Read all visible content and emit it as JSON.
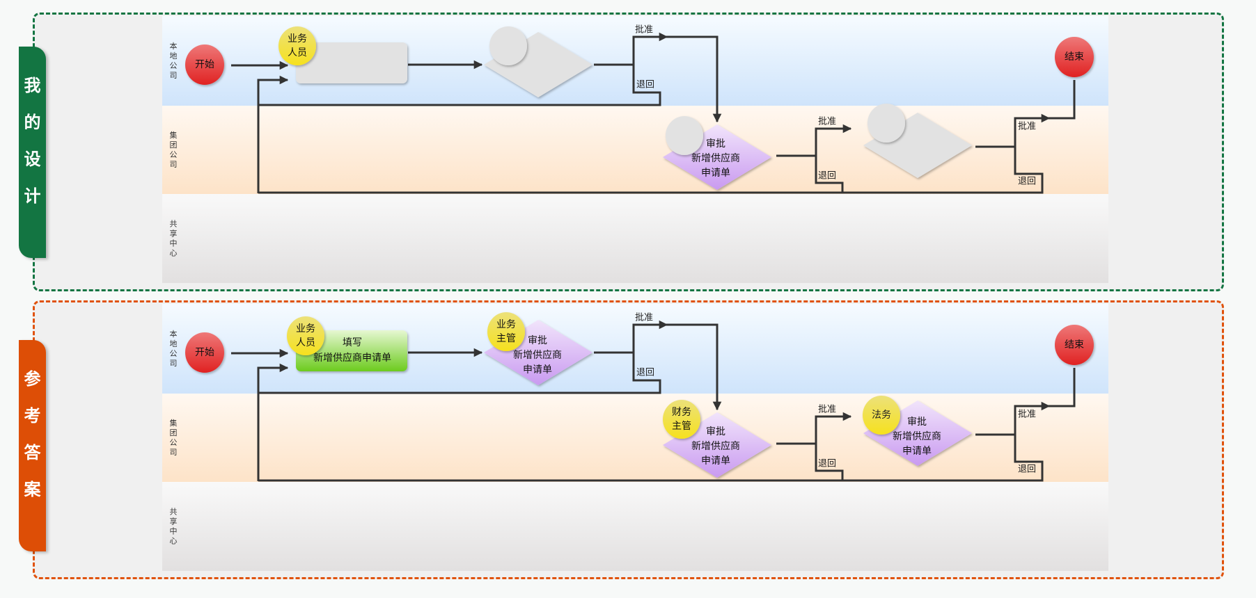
{
  "diagrams": [
    {
      "id": "my-design",
      "title_chars": [
        "我",
        "的",
        "设",
        "计"
      ],
      "theme_color": "#137542",
      "lanes": [
        "本地公司",
        "集团公司",
        "共享中心"
      ],
      "start_label": "开始",
      "end_label": "结束",
      "task": {
        "role": [
          "业务",
          "人员"
        ],
        "lines": []
      },
      "decision1": {
        "role": [],
        "lines": []
      },
      "decision2": {
        "role": [],
        "lines": [
          "审批",
          "新增供应商",
          "申请单"
        ]
      },
      "decision3": {
        "role": [],
        "lines": []
      },
      "approve_label": "批准",
      "reject_label": "退回",
      "filled": false
    },
    {
      "id": "reference-answer",
      "title_chars": [
        "参",
        "考",
        "答",
        "案"
      ],
      "theme_color": "#dd4e06",
      "lanes": [
        "本地公司",
        "集团公司",
        "共享中心"
      ],
      "start_label": "开始",
      "end_label": "结束",
      "task": {
        "role": [
          "业务",
          "人员"
        ],
        "lines": [
          "填写",
          "新增供应商申请单"
        ]
      },
      "decision1": {
        "role": [
          "业务",
          "主管"
        ],
        "lines": [
          "审批",
          "新增供应商",
          "申请单"
        ]
      },
      "decision2": {
        "role": [
          "财务",
          "主管"
        ],
        "lines": [
          "审批",
          "新增供应商",
          "申请单"
        ]
      },
      "decision3": {
        "role": [
          "法务"
        ],
        "lines": [
          "审批",
          "新增供应商",
          "申请单"
        ]
      },
      "approve_label": "批准",
      "reject_label": "退回",
      "filled": true
    }
  ],
  "colors": {
    "lane_local": [
      "#f6fbff",
      "#cfe4fb"
    ],
    "lane_group": [
      "#fff8f1",
      "#fde3c8"
    ],
    "lane_shared": [
      "#f9f9f9",
      "#e2e0e0"
    ],
    "start_end": [
      "#ee7878",
      "#e02222"
    ],
    "role_circle": [
      "#ece17a",
      "#f6e11e"
    ],
    "placeholder": "#e2e2e2",
    "task_green": [
      "#e6f7d2",
      "#6ccb1e"
    ],
    "decision_purple": [
      "#f1e4fb",
      "#c99af0"
    ],
    "connector": "#333333"
  }
}
